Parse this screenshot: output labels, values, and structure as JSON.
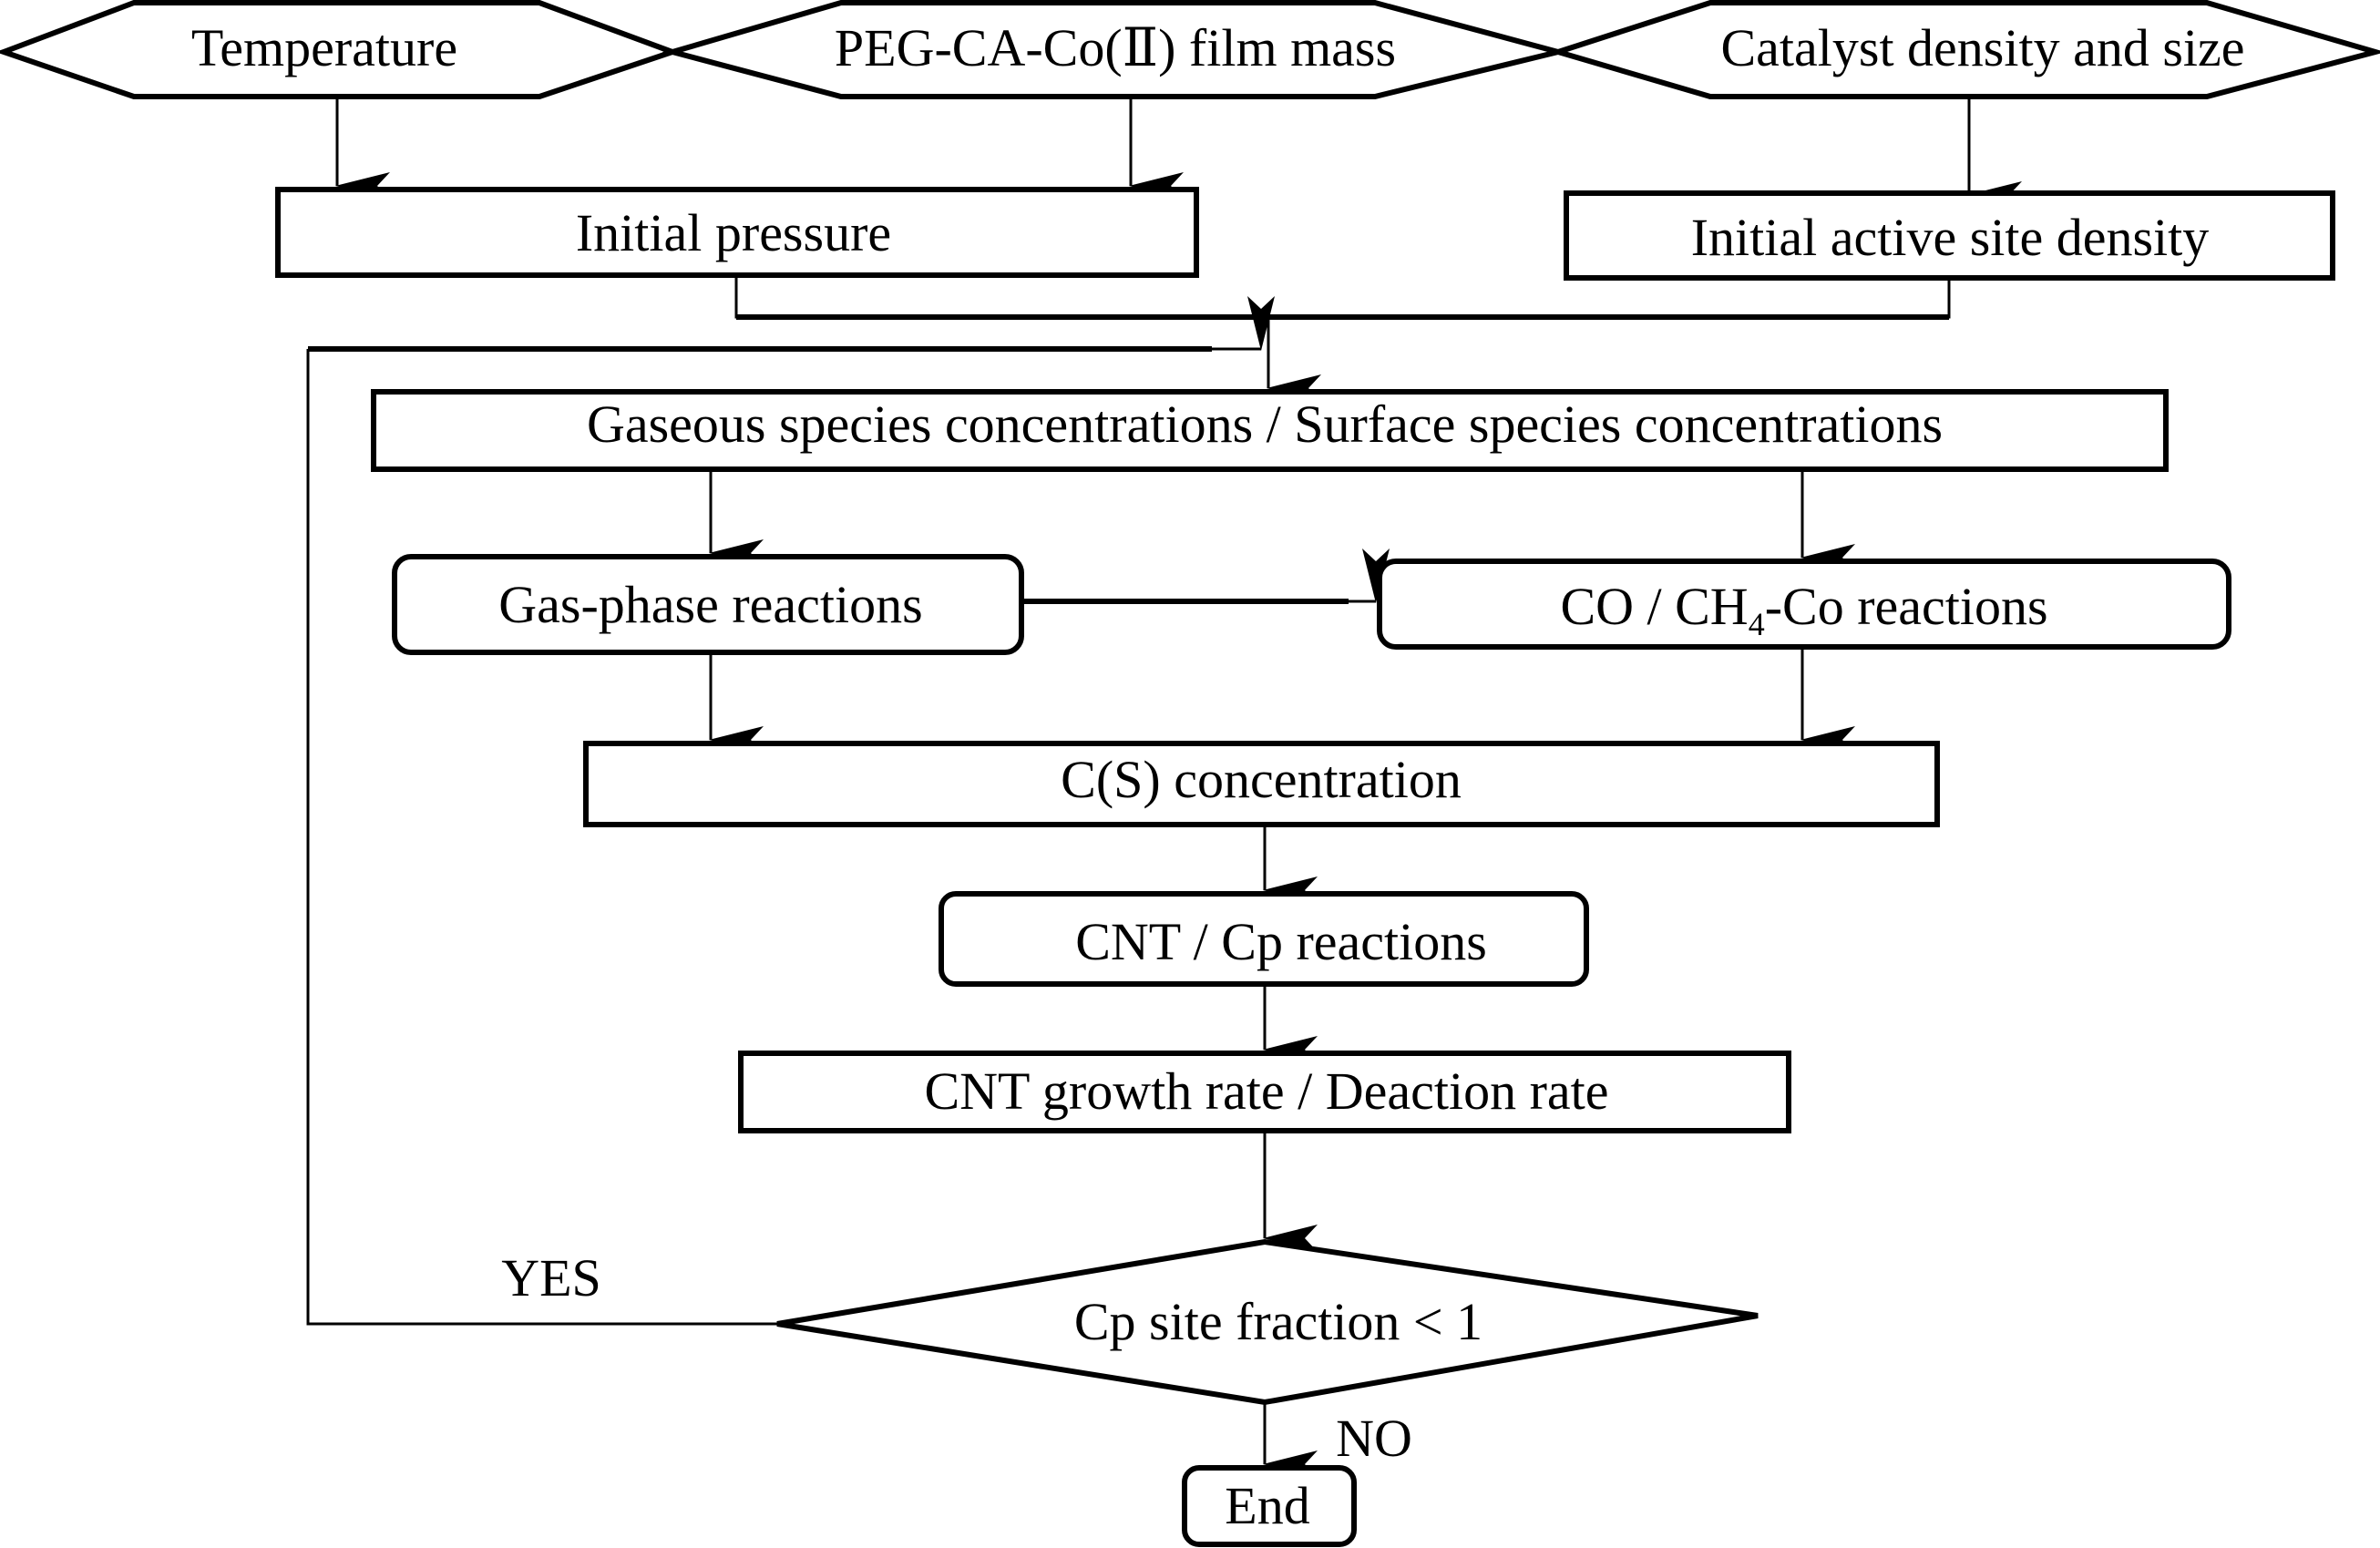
{
  "diagram": {
    "type": "flowchart",
    "inputs": {
      "temperature": "Temperature",
      "film_mass": "PEG-CA-Co(Ⅱ) film mass",
      "catalyst": "Catalyst density and size"
    },
    "initial_pressure": "Initial pressure",
    "initial_active_site": "Initial active site density",
    "concentrations": "Gaseous species concentrations / Surface species concentrations",
    "gas_phase": "Gas-phase reactions",
    "co_ch4": {
      "prefix": "CO / CH",
      "subscript": "4",
      "suffix": "-Co reactions"
    },
    "cs_concentration": "C(S) concentration",
    "cnt_cp": "CNT / Cp reactions",
    "growth_rate": "CNT growth rate / Deaction rate",
    "decision": "Cp site fraction < 1",
    "yes_label": "YES",
    "no_label": "NO",
    "end": "End",
    "colors": {
      "stroke": "#000000",
      "background": "#ffffff"
    }
  }
}
